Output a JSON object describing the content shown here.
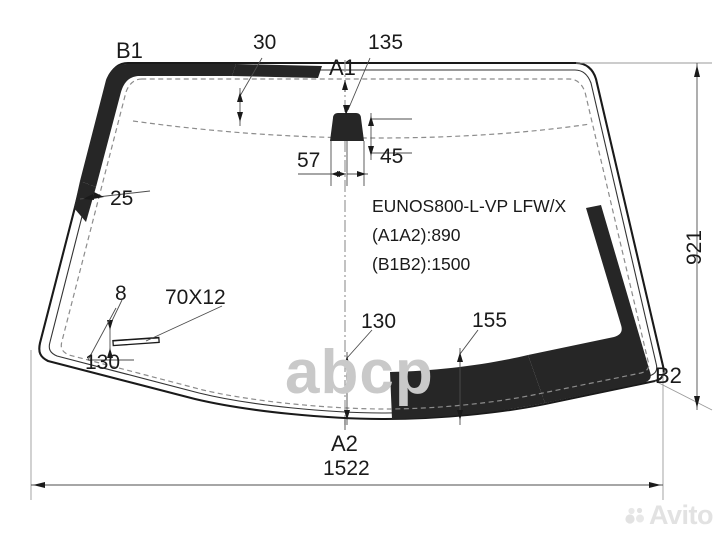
{
  "drawing": {
    "part_spec": {
      "model_code": "EUNOS800-L-VP LFW/X",
      "a1a2": "(A1A2):890",
      "b1b2": "(B1B2):1500"
    },
    "corner_tags": {
      "b1": "B1",
      "b2": "B2",
      "a1": "A1",
      "a2": "A2"
    },
    "dimensions": {
      "top_30": "30",
      "top_135": "135",
      "mirror_57": "57",
      "mirror_45": "45",
      "left_25": "25",
      "slot_8": "8",
      "slot_size": "70X12",
      "left_130": "130",
      "center_130": "130",
      "right_155": "155",
      "overall_height": "921",
      "overall_width": "1522"
    },
    "watermarks": {
      "center": "abcp",
      "corner": "Avito"
    },
    "colors": {
      "frit": "#262626",
      "line": "#1a1a1a",
      "thin_line": "#4d4d4d",
      "dashed": "#8c8c8c",
      "centerline": "#9a9a9a",
      "watermark_center": "#c9c9c9",
      "watermark_corner": "#e2e2e2"
    }
  }
}
